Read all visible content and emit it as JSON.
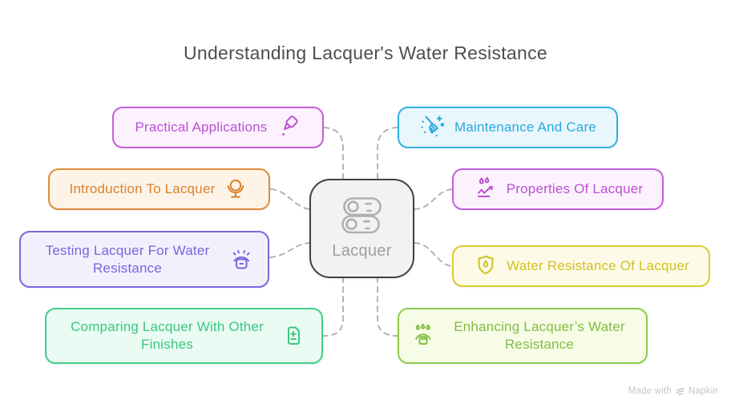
{
  "title": "Understanding Lacquer's Water Resistance",
  "center": {
    "label": "Lacquer",
    "icon": "toggle-switches-icon",
    "border": "#414141",
    "background": "#f2f2f2",
    "label_color": "#9e9e9e",
    "icon_color": "#b0b0b0"
  },
  "nodes": [
    {
      "id": "practical-applications",
      "label": "Practical Applications",
      "icon": "glue-bottle-icon",
      "side": "left",
      "border": "#c55fd9",
      "background": "#fcf2fd",
      "color": "#bb50d4"
    },
    {
      "id": "introduction-to-lacquer",
      "label": "Introduction To Lacquer",
      "icon": "vanity-mirror-icon",
      "side": "left",
      "border": "#df8b3b",
      "background": "#fdf3e7",
      "color": "#d8822e"
    },
    {
      "id": "testing-lacquer-for-water-resistance",
      "label": "Testing Lacquer For Water Resistance",
      "icon": "leak-sensor-icon",
      "side": "left",
      "border": "#7c68de",
      "background": "#f3f0fd",
      "color": "#7866d9"
    },
    {
      "id": "comparing-lacquer-with-other-finishes",
      "label": "Comparing Lacquer With Other Finishes",
      "icon": "plus-minus-document-icon",
      "side": "left",
      "border": "#40cc88",
      "background": "#e9fbf2",
      "color": "#3cc684"
    },
    {
      "id": "maintenance-and-care",
      "label": "Maintenance And Care",
      "icon": "broom-sparkles-icon",
      "side": "right",
      "border": "#2fb0e3",
      "background": "#e9f7fd",
      "color": "#2aa9dd"
    },
    {
      "id": "properties-of-lacquer",
      "label": "Properties Of Lacquer",
      "icon": "water-repellent-icon",
      "side": "right",
      "border": "#c55fd9",
      "background": "#fcf2fd",
      "color": "#bb50d4"
    },
    {
      "id": "water-resistance-of-lacquer",
      "label": "Water Resistance Of Lacquer",
      "icon": "shield-droplet-icon",
      "side": "right",
      "border": "#decb2f",
      "background": "#fdfbe7",
      "color": "#d2c025"
    },
    {
      "id": "enhancing-lacquers-water-resistance",
      "label": "Enhancing Lacquer’s Water Resistance",
      "icon": "protective-coating-icon",
      "side": "right",
      "border": "#90c94e",
      "background": "#f6fce5",
      "color": "#83bd45"
    }
  ],
  "watermark": {
    "prefix": "Made with",
    "brand": "Napkin"
  },
  "colors": {
    "connector": "#a8a8a8",
    "title": "#4d4d4d",
    "watermark": "#c5c5c5"
  }
}
